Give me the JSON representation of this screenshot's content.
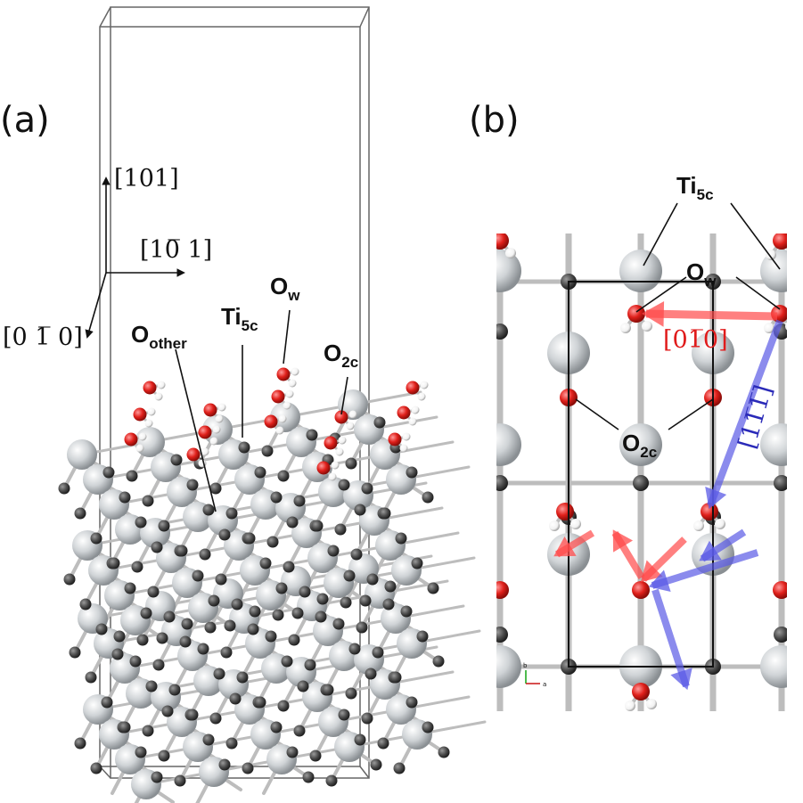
{
  "figure": {
    "panel_a": {
      "label": "(a)",
      "axes": {
        "up": "[101]",
        "right": "[10̅ 1]",
        "down_left": "[0 1̅ 0]"
      },
      "atom_labels": {
        "o_other": {
          "main": "O",
          "sub": "other"
        },
        "ti_5c": {
          "main": "Ti",
          "sub": "5c"
        },
        "o_w": {
          "main": "O",
          "sub": "w"
        },
        "o_2c": {
          "main": "O",
          "sub": "2c"
        }
      }
    },
    "panel_b": {
      "label": "(b)",
      "atom_labels": {
        "ti_5c": {
          "main": "Ti",
          "sub": "5c"
        },
        "o_w": {
          "main": "O",
          "sub": "w"
        },
        "o_2c": {
          "main": "O",
          "sub": "2c"
        }
      },
      "direction_labels": {
        "red": "[01̅0]",
        "blue": "[11̅1̅]"
      },
      "mini_axes": {
        "b": "b",
        "a": "a"
      }
    },
    "colors": {
      "ti": "#cfd3d6",
      "o_lattice": "#4a4a4a",
      "o_water": "#e0201b",
      "h": "#ffffff",
      "red_arrow": "#ff4a4a",
      "blue_arrow": "#5a5ae6",
      "red_text": "#e01b1b",
      "blue_text": "#2a2ab8"
    }
  }
}
